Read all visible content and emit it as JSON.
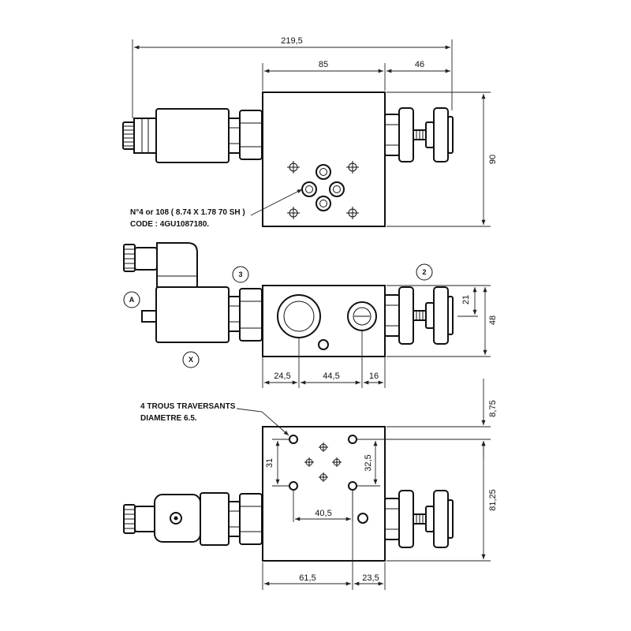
{
  "top_view": {
    "dim_overall": "219,5",
    "dim_body": "85",
    "dim_handle": "46",
    "dim_height": "90",
    "note_line1": "N°4 or 108 ( 8.74 X 1.78 70 SH )",
    "note_line2": "CODE : 4GU1087180."
  },
  "side_view": {
    "port_3": "3",
    "port_2": "2",
    "port_a": "A",
    "port_x": "X",
    "dim_21": "21",
    "dim_48": "48",
    "dim_24_5": "24,5",
    "dim_44_5": "44,5",
    "dim_16": "16"
  },
  "bottom_view": {
    "note_line1": "4 TROUS TRAVERSANTS",
    "note_line2": "DIAMETRE 6.5.",
    "dim_8_75": "8,75",
    "dim_81_25": "81,25",
    "dim_31": "31",
    "dim_32_5": "32,5",
    "dim_40_5": "40,5",
    "dim_61_5": "61,5",
    "dim_23_5": "23,5"
  }
}
